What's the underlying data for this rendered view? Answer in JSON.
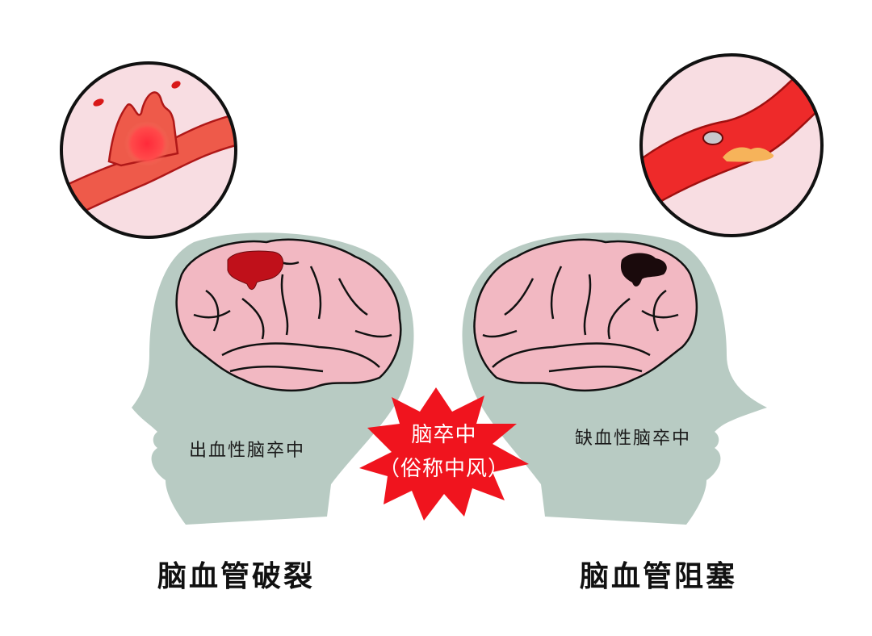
{
  "diagram": {
    "title": "脑卒中（俗称中风）",
    "center_burst": {
      "line1": "脑卒中",
      "line2": "（俗称中风）",
      "color": "#f0141e"
    },
    "left": {
      "head_label": "出血性脑卒中",
      "caption": "脑血管破裂",
      "lesion_color": "#c0101a",
      "inset": "ruptured-blood-vessel"
    },
    "right": {
      "head_label": "缺血性脑卒中",
      "caption": "脑血管阻塞",
      "lesion_color": "#1a0a0c",
      "inset": "blocked-blood-vessel-with-plaque"
    },
    "colors": {
      "head": "#b8cbc3",
      "brain": "#f2b8c2",
      "vessel": "#ee2a2a",
      "plaque": "#f6b35a",
      "inset_bg": "#f8dde2"
    }
  }
}
